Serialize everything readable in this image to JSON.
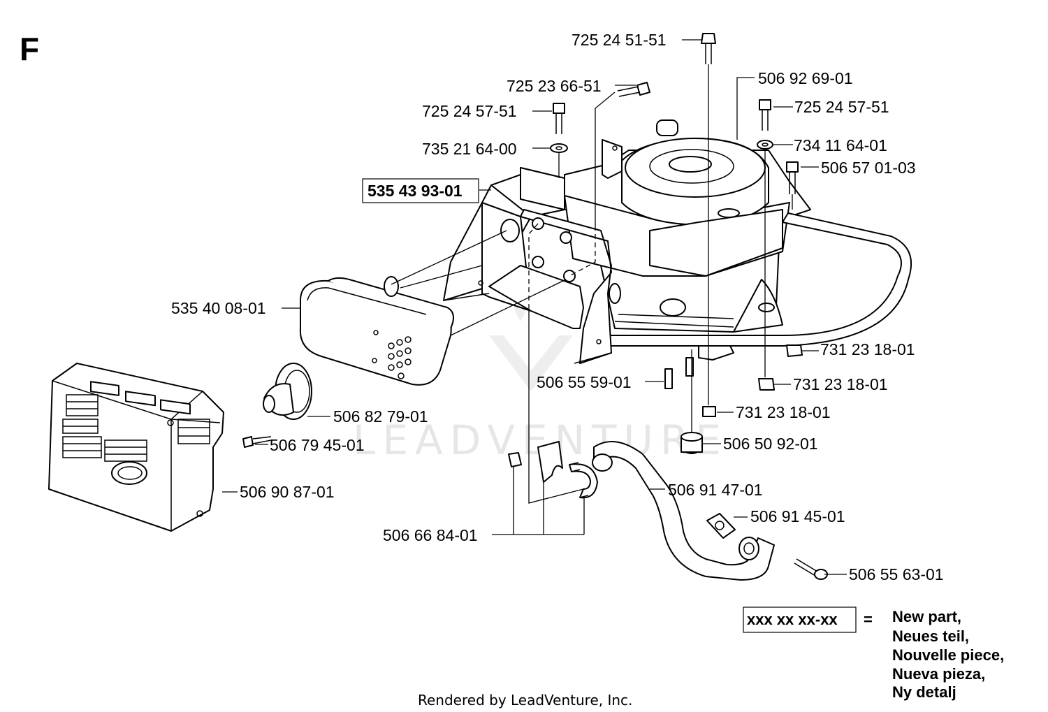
{
  "section_letter": "F",
  "watermark": "LEADVENTURE",
  "footer": "Rendered by LeadVenture, Inc.",
  "parts": {
    "p_725245151": "725 24 51-51",
    "p_506926901": "506 92 69-01",
    "p_725236651": "725 23 66-51",
    "p_725245751_left": "725 24 57-51",
    "p_725245751_right": "725 24 57-51",
    "p_735216400": "735 21 64-00",
    "p_734116401": "734 11 64-01",
    "p_506570103": "506 57 01-03",
    "p_535439301": "535 43 93-01",
    "p_535400801": "535 40 08-01",
    "p_731231801_a": "731 23 18-01",
    "p_506555901": "506 55 59-01",
    "p_731231801_b": "731 23 18-01",
    "p_506827901": "506 82 79-01",
    "p_731231801_c": "731 23 18-01",
    "p_506794501": "506 79 45-01",
    "p_506509201": "506 50 92-01",
    "p_506908701": "506 90 87-01",
    "p_506914701": "506 91 47-01",
    "p_506914501": "506 91 45-01",
    "p_506668401": "506 66 84-01",
    "p_506556301": "506 55 63-01"
  },
  "legend": {
    "code": "xxx xx xx-xx",
    "equals": "=",
    "lines": [
      "New part,",
      "Neues teil,",
      "Nouvelle piece,",
      "Nueva pieza,",
      "Ny detalj"
    ]
  }
}
